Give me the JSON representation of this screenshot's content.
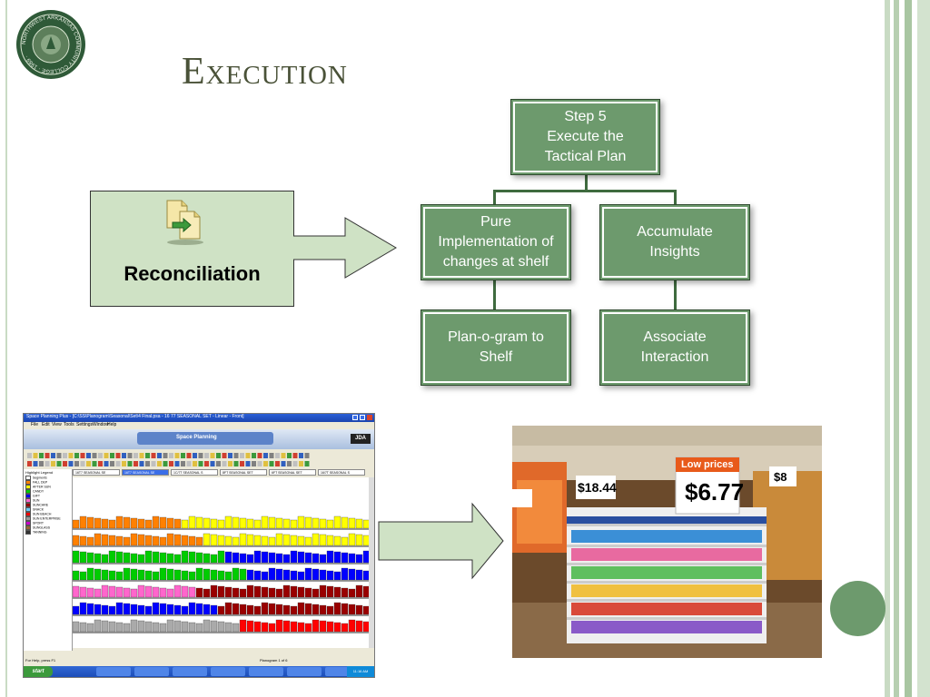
{
  "slide": {
    "title": "Execution",
    "logo": {
      "text": "NORTHWEST ARKANSAS COMMUNITY COLLEGE · 1989 ·"
    }
  },
  "reconciliation": {
    "label": "Reconciliation",
    "icon": "documents-copy-icon"
  },
  "flowchart": {
    "top": "Step 5\nExecute the\nTactical Plan",
    "left_mid": "Pure\nImplementation of\nchanges at shelf",
    "right_mid": "Accumulate\nInsights",
    "left_bottom": "Plan-o-gram to\nShelf",
    "right_bottom": "Associate\nInteraction"
  },
  "screenshot": {
    "window_title": "Space Planning Plus - [C:\\SS\\Planogram\\Seasonal\\Set\\4 Final.psa - 16 77 SEASONAL SET - Linear - Front]",
    "menu": [
      "File",
      "Edit",
      "View",
      "Tools",
      "Settings",
      "Window",
      "Help"
    ],
    "banner": "Space Planning",
    "brand": "JDA",
    "legend_title": "Highlight Legend",
    "legend_items": [
      {
        "label": "Segments",
        "color": "#ffffff"
      },
      {
        "label": "FALL DEP",
        "color": "#ff8000"
      },
      {
        "label": "AFTER SUN",
        "color": "#ffff00"
      },
      {
        "label": "CANDY",
        "color": "#00cc00"
      },
      {
        "label": "GIFT",
        "color": "#0000ff"
      },
      {
        "label": "SUN",
        "color": "#ff66cc"
      },
      {
        "label": "SUNCARE",
        "color": "#990000"
      },
      {
        "label": "SNACK",
        "color": "#66ccff"
      },
      {
        "label": "SUN BEACH",
        "color": "#ff0000"
      },
      {
        "label": "SUN ENTERPRISE",
        "color": "#999999"
      },
      {
        "label": "SPORT",
        "color": "#cc00cc"
      },
      {
        "label": "SUNGLASS",
        "color": "#996633"
      },
      {
        "label": "TANNING",
        "color": "#333333"
      }
    ],
    "tabs": [
      "16T7 SEASONAL SE",
      "16T7 SEASONAL SE",
      "1C/7T SEASONAL S",
      "8FT SEASONAL SET",
      "6FT SEASONAL SET",
      "16/7T SEASONAL S"
    ],
    "status_left": "For Help, press F1",
    "status_right": "Planogram 1 of 6",
    "taskbar_start": "start",
    "taskbar_clock": "11:16 AM",
    "shelf_colors": [
      "#ff8000",
      "#ff8000",
      "#00cc00",
      "#00cc00",
      "#ff66cc",
      "#0000ff",
      "#aaaaaa"
    ],
    "accent_colors": [
      "#ffff00",
      "#ffff00",
      "#0000ff",
      "#0000ff",
      "#990000",
      "#990000",
      "#ff0000"
    ]
  },
  "store": {
    "sign_low_prices": "Low prices",
    "price_main": "$6.77",
    "price_left": "$18.44",
    "price_right": "$8"
  },
  "colors": {
    "node_fill": "#6d9a6d",
    "connector": "#3f6b3f",
    "recon_fill": "#cfe2c5",
    "arrow_fill": "#cfe2c5",
    "title": "#4a5238"
  }
}
